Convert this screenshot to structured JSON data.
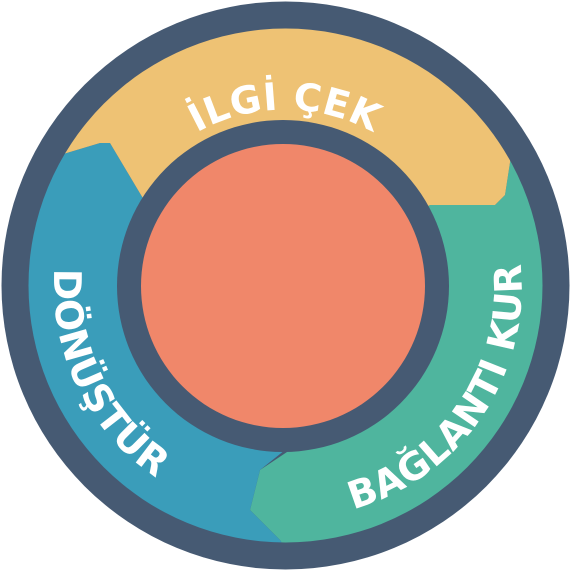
{
  "diagram": {
    "segments": [
      {
        "label": "İLGİ ÇEK",
        "color": "#EEC274"
      },
      {
        "label": "BAĞLANTI KUR",
        "color": "#4FB59E"
      },
      {
        "label": "DÖNÜŞTÜR",
        "color": "#3A9DBA"
      }
    ],
    "outer_ring_color": "#465A73",
    "center_color": "#F0876A"
  }
}
